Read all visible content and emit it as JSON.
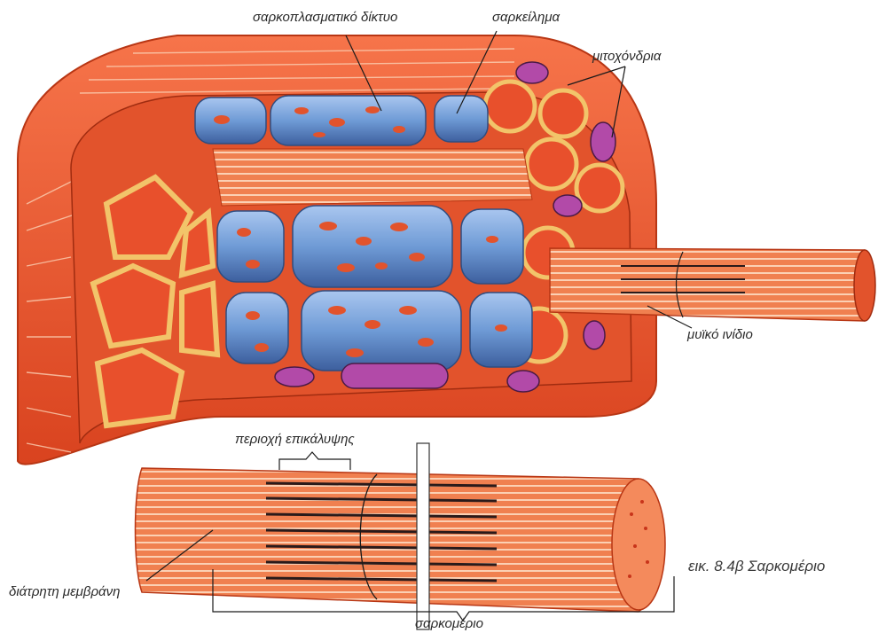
{
  "labels": {
    "sarcoplasmic_reticulum": "σαρκοπλασματικό δίκτυο",
    "sarcolemma": "σαρκείλημα",
    "mitochondria": "μιτοχόνδρια",
    "myofibril": "μυϊκό ινίδιο",
    "overlap_region": "περιοχή επικάλυψης",
    "perforated_membrane": "διάτρητη μεμβράνη",
    "sarcomere": "σαρκομέριο"
  },
  "caption": "εικ. 8.4β Σαρκομέριο",
  "colors": {
    "muscle": "#e8542c",
    "muscle_light": "#f7a07a",
    "reticulum": "#6f9bd6",
    "connective": "#f2c46a",
    "mitochondria": "#b24aa8",
    "outline": "#1a1a1a"
  }
}
